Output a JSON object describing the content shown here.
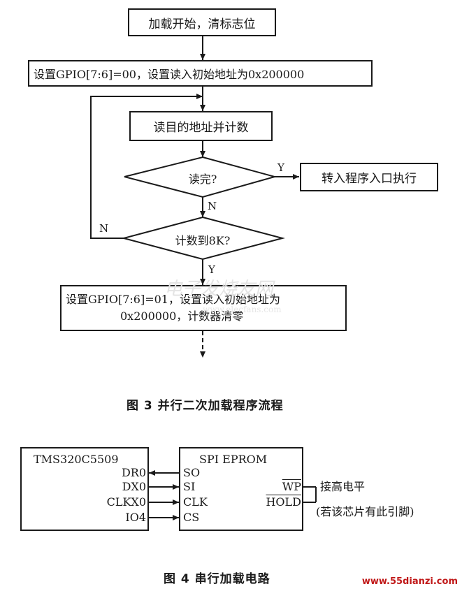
{
  "fig3": {
    "step1": "加载开始，清标志位",
    "step2": "设置GPIO[7:6]=00，设置读入初始地址为0x200000",
    "step3": "读目的地址并计数",
    "decision1": "读完?",
    "action_yes": "转入程序入口执行",
    "decision2": "计数到8K?",
    "step4_line1": "设置GPIO[7:6]=01，设置读入初始地址为",
    "step4_line2": "0x200000，计数器清零",
    "label_y1": "Y",
    "label_n1": "N",
    "label_n2": "N",
    "label_y2": "Y",
    "caption": "图 3   并行二次加载程序流程"
  },
  "fig4": {
    "dsp_title": "TMS320C5509",
    "dsp_pins": [
      "DR0",
      "DX0",
      "CLKX0",
      "IO4"
    ],
    "eprom_title": "SPI EPROM",
    "eprom_pins": [
      "SO",
      "SI",
      "CLK",
      "CS"
    ],
    "eprom_right_pins": [
      "WP",
      "HOLD"
    ],
    "note_line1": "接高电平",
    "note_line2": "(若该芯片有此引脚)",
    "caption": "图 4   串行加载电路"
  },
  "watermark": {
    "text": "电子发烧友网",
    "sub": "www.elecfans.com"
  },
  "site_url": "www.55dianzi.com"
}
